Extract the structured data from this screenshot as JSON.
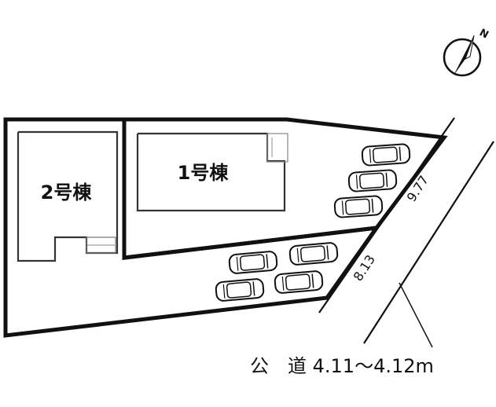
{
  "buildings": {
    "b1": {
      "label": "1号棟"
    },
    "b2": {
      "label": "2号棟"
    }
  },
  "dimensions": {
    "upper_frontage": "9.77",
    "lower_frontage": "8.13"
  },
  "road": {
    "label": "公　道 4.11～4.12m"
  },
  "compass": {
    "icon": "north-arrow-icon",
    "letter": "N"
  },
  "parking": {
    "upper_lot_cars": 3,
    "lower_lot_cars": 4
  }
}
